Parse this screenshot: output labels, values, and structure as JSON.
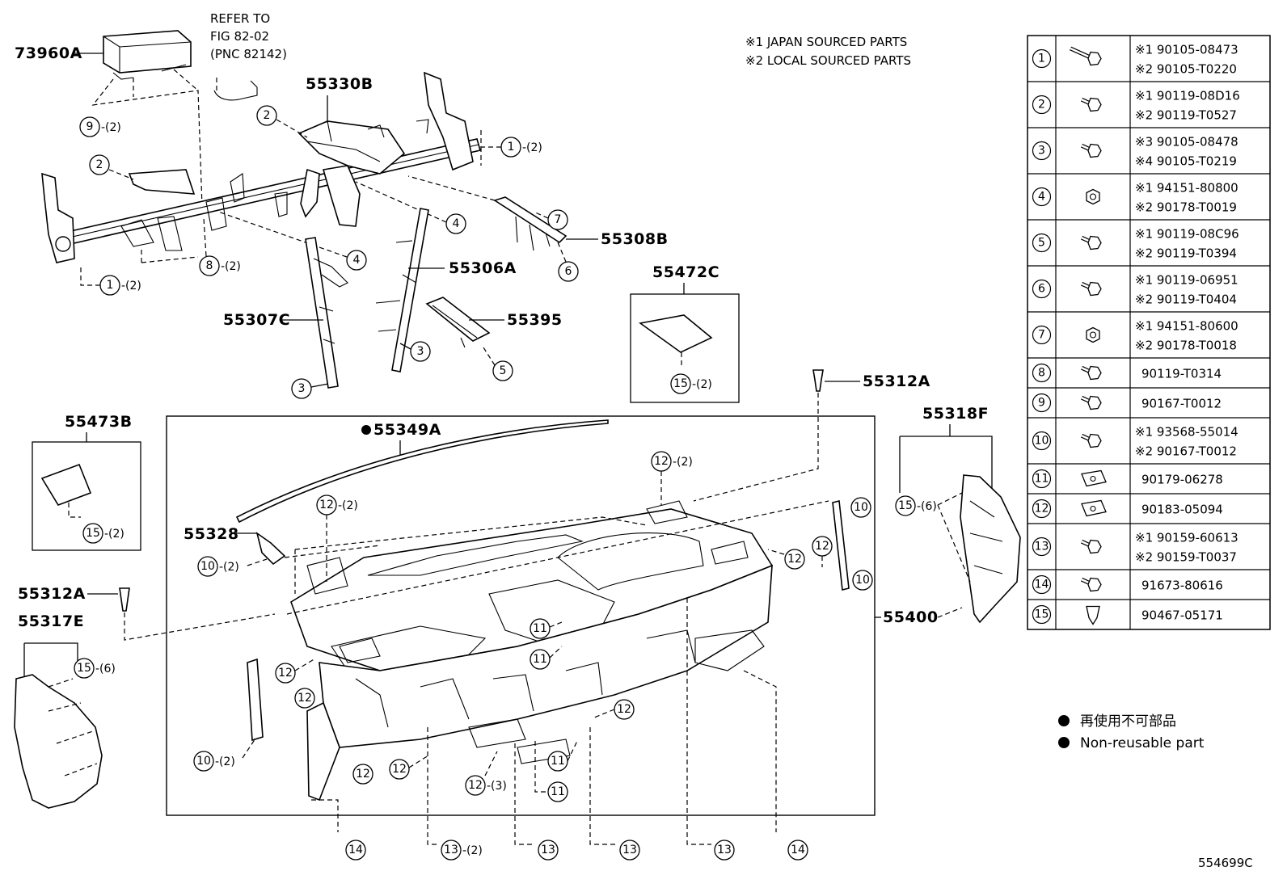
{
  "notes": {
    "line1": "※1 JAPAN SOURCED PARTS",
    "line2": "※2 LOCAL SOURCED PARTS"
  },
  "refer": {
    "line1": "REFER TO",
    "line2": "FIG 82-02",
    "line3": "(PNC 82142)"
  },
  "labels": {
    "p73960A": "73960A",
    "p55330B": "55330B",
    "p55308B": "55308B",
    "p55306A": "55306A",
    "p55307C": "55307C",
    "p55395": "55395",
    "p55472C": "55472C",
    "p55312A_top": "55312A",
    "p55349A": "55349A",
    "p55318F": "55318F",
    "p55473B": "55473B",
    "p55328": "55328",
    "p55312A_left": "55312A",
    "p55317E": "55317E",
    "p55400": "55400"
  },
  "callouts": {
    "c9": "9",
    "c9q": "-(2)",
    "c2a": "2",
    "c2b": "2",
    "c1a": "1",
    "c1aq": "-(2)",
    "c1b": "1",
    "c1bq": "-(2)",
    "c8": "8",
    "c8q": "-(2)",
    "c4a": "4",
    "c4b": "4",
    "c7": "7",
    "c6": "6",
    "c3a": "3",
    "c3b": "3",
    "c5": "5",
    "c15a": "15",
    "c15aq": "-(2)",
    "c15b": "15",
    "c15bq": "-(2)",
    "c15c": "15",
    "c15cq": "-(6)",
    "c15d": "15",
    "c15dq": "-(6)",
    "c12a": "12",
    "c12aq": "-(2)",
    "c12b": "12",
    "c12bq": "-(2)",
    "c10a": "10",
    "c10aq": "-(2)",
    "c10b": "10",
    "c10c": "10",
    "c10d": "10",
    "c10dq": "-(2)",
    "c12c": "12",
    "c12d": "12",
    "c11a": "11",
    "c11b": "11",
    "c12e": "12",
    "c12f": "12",
    "c12g": "12",
    "c12h": "12",
    "c12i": "12",
    "c12j": "12",
    "c12jq": "-(3)",
    "c11c": "11",
    "c11d": "11",
    "c14a": "14",
    "c13a": "13",
    "c13aq": "-(2)",
    "c13b": "13",
    "c13c": "13",
    "c13d": "13",
    "c14b": "14"
  },
  "fasteners": [
    {
      "num": "1",
      "line1": "※1 90105-08473",
      "line2": "※2 90105-T0220"
    },
    {
      "num": "2",
      "line1": "※1 90119-08D16",
      "line2": "※2 90119-T0527"
    },
    {
      "num": "3",
      "line1": "※3 90105-08478",
      "line2": "※4 90105-T0219"
    },
    {
      "num": "4",
      "line1": "※1 94151-80800",
      "line2": "※2 90178-T0019"
    },
    {
      "num": "5",
      "line1": "※1 90119-08C96",
      "line2": "※2 90119-T0394"
    },
    {
      "num": "6",
      "line1": "※1 90119-06951",
      "line2": "※2 90119-T0404"
    },
    {
      "num": "7",
      "line1": "※1 94151-80600",
      "line2": "※2 90178-T0018"
    },
    {
      "num": "8",
      "line1": "90119-T0314",
      "line2": ""
    },
    {
      "num": "9",
      "line1": "90167-T0012",
      "line2": ""
    },
    {
      "num": "10",
      "line1": "※1 93568-55014",
      "line2": "※2 90167-T0012"
    },
    {
      "num": "11",
      "line1": "90179-06278",
      "line2": ""
    },
    {
      "num": "12",
      "line1": "90183-05094",
      "line2": ""
    },
    {
      "num": "13",
      "line1": "※1 90159-60613",
      "line2": "※2 90159-T0037"
    },
    {
      "num": "14",
      "line1": "91673-80616",
      "line2": ""
    },
    {
      "num": "15",
      "line1": "90467-05171",
      "line2": ""
    }
  ],
  "legend": {
    "jp": "再使用不可部品",
    "en": "Non-reusable part"
  },
  "figure_code": "554699C"
}
